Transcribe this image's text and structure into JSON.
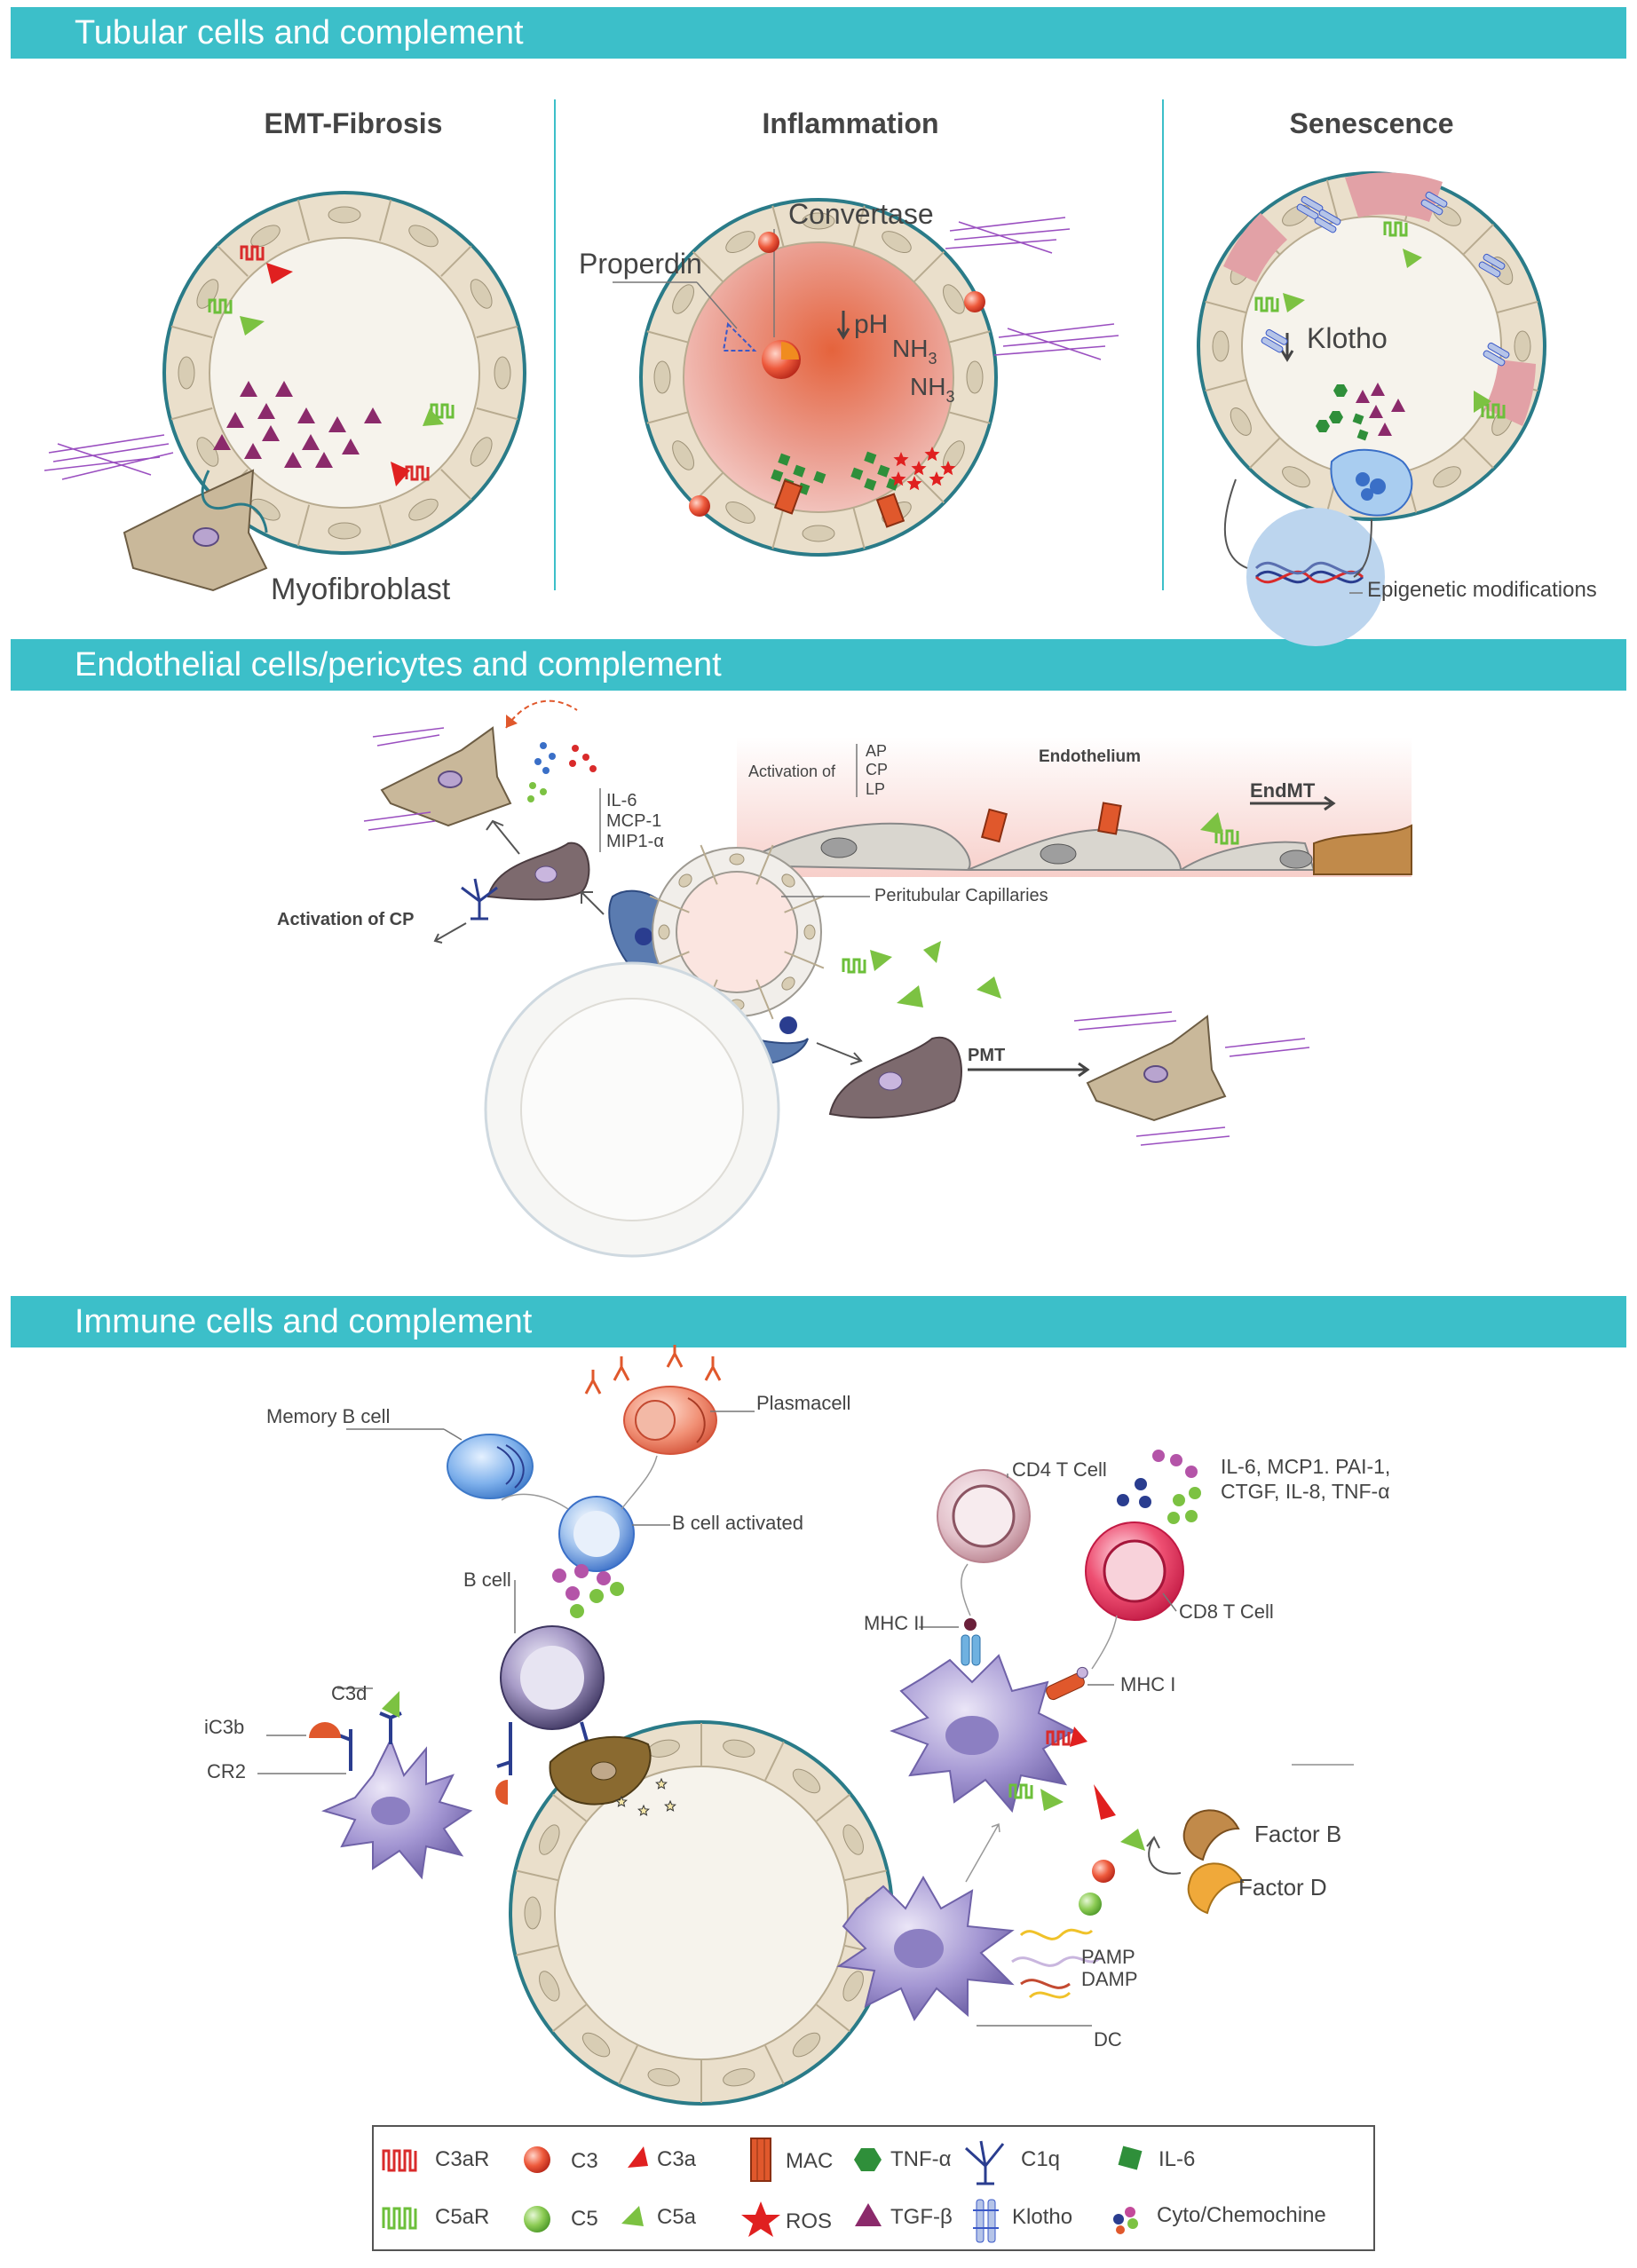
{
  "sections": [
    {
      "title": "Tubular cells and complement"
    },
    {
      "title": "Endothelial cells/pericytes and complement"
    },
    {
      "title": "Immune cells and complement"
    }
  ],
  "tubular": {
    "panels": [
      "EMT-Fibrosis",
      "Inflammation",
      "Senescence"
    ],
    "myofibroblast": "Myofibroblast",
    "convertase": "Convertase",
    "properdin": "Properdin",
    "ph": "pH",
    "nh3": "NH",
    "nh3_sub": "3",
    "klotho": "Klotho",
    "epigenetic": "Epigenetic modifications"
  },
  "endothelial": {
    "cytokines": [
      "IL-6",
      "MCP-1",
      "MIP1-α"
    ],
    "activation_of": "Activation of",
    "pathways": [
      "AP",
      "CP",
      "LP"
    ],
    "endothelium": "Endothelium",
    "endmt": "EndMT",
    "activation_cp": "Activation of CP",
    "peritubular": "Peritubular Capillaries",
    "pmt": "PMT"
  },
  "immune": {
    "memory_b": "Memory B cell",
    "plasmacell": "Plasmacell",
    "b_activated": "B cell activated",
    "b_cell": "B cell",
    "c3d": "C3d",
    "ic3b": "iC3b",
    "cr2": "CR2",
    "cd4": "CD4 T Cell",
    "cd8": "CD8 T Cell",
    "cytokine_line1": "IL-6, MCP1. PAI-1,",
    "cytokine_line2": "CTGF, IL-8, TNF-α",
    "mhc2": "MHC II",
    "mhc1": "MHC I",
    "factor_b": "Factor B",
    "factor_d": "Factor D",
    "pamp": "PAMP",
    "damp": "DAMP",
    "dc": "DC"
  },
  "legend": [
    {
      "label": "C3aR",
      "icon": "c3ar-icon"
    },
    {
      "label": "C3",
      "icon": "c3-icon"
    },
    {
      "label": "C3a",
      "icon": "c3a-icon"
    },
    {
      "label": "MAC",
      "icon": "mac-icon"
    },
    {
      "label": "TNF-α",
      "icon": "tnf-icon"
    },
    {
      "label": "C1q",
      "icon": "c1q-icon"
    },
    {
      "label": "IL-6",
      "icon": "il6-icon"
    },
    {
      "label": "C5aR",
      "icon": "c5ar-icon"
    },
    {
      "label": "C5",
      "icon": "c5-icon"
    },
    {
      "label": "C5a",
      "icon": "c5a-icon"
    },
    {
      "label": "ROS",
      "icon": "ros-icon"
    },
    {
      "label": "TGF-β",
      "icon": "tgf-icon"
    },
    {
      "label": "Klotho",
      "icon": "klotho-icon"
    },
    {
      "label": "Cyto/Chemochine",
      "icon": "cyto-icon"
    }
  ],
  "colors": {
    "banner": "#3cbfc9",
    "c3": "#e8432e",
    "c5": "#7cc242",
    "c3a": "#e02020",
    "tgf": "#8b2a6b",
    "tnf": "#2f8f3a",
    "receptor_red": "#d92b2b",
    "receptor_green": "#6cbf3a",
    "fibrils": "#9a4fc0"
  }
}
